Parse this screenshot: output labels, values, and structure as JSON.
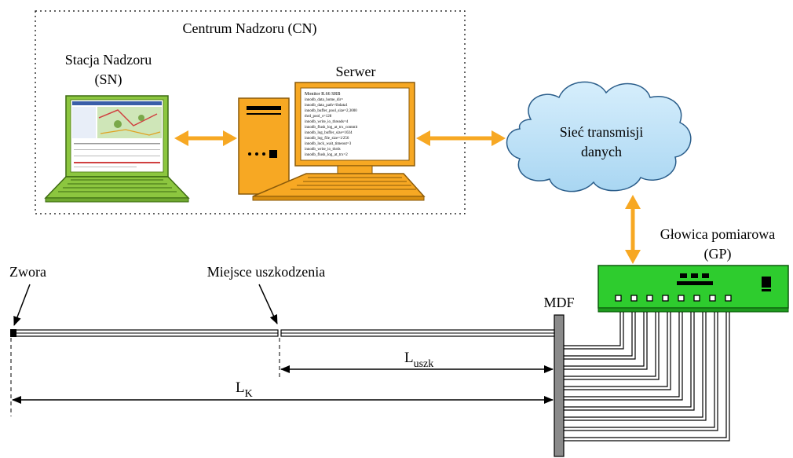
{
  "center": {
    "title": "Centrum Nadzoru (CN)",
    "station_line1": "Stacja Nadzoru",
    "station_line2": "(SN)",
    "server": "Serwer"
  },
  "network": {
    "line1": "Sieć transmisji",
    "line2": "danych"
  },
  "head": {
    "line1": "Głowica pomiarowa",
    "line2": "(GP)"
  },
  "line": {
    "zwora": "Zwora",
    "fault": "Miejsce uszkodzenia",
    "mdf": "MDF",
    "luszk_main": "L",
    "luszk_sub": "uszk",
    "lk_main": "L",
    "lk_sub": "K"
  },
  "server_screen_text": [
    "Monitor R.66 SRB",
    "innodb_data_home_dir=",
    "innodb_data_path=/ibdata1",
    "innodb_buffer_pool_size=2,3000",
    "thrd_pool_s=128",
    "innodb_write_io_threads=4",
    "innodb_flush_log_at_trx_commit",
    "innodb_log_buffer_size=1024",
    "innodb_log_file_size=1/256",
    "innodb_lock_wait_timeout=3",
    "innodb_write_io_thrds",
    "innodb_flush_log_at_trx=2"
  ],
  "colors": {
    "arrow": "#f7a823",
    "laptop": "#8cc63f",
    "server": "#f7a823",
    "cloud": "#bde2f7",
    "device": "#2ecc2e",
    "mdf": "#888888"
  }
}
